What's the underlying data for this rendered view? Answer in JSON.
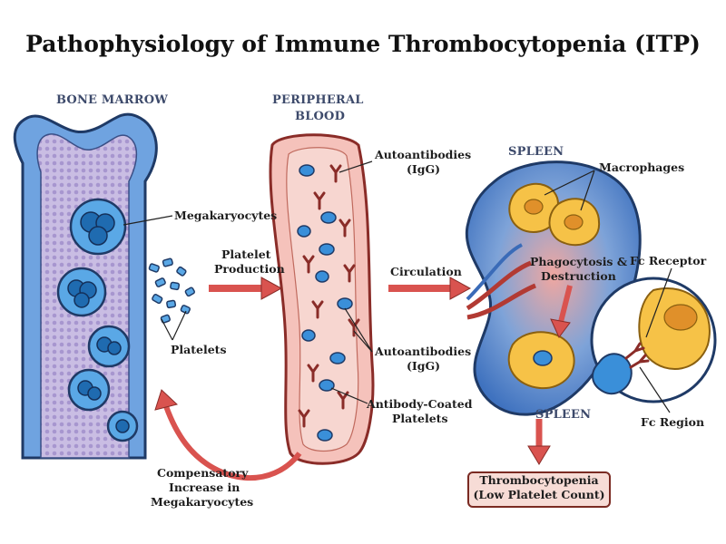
{
  "title": "Pathophysiology of Immune Thrombocytopenia (ITP)",
  "sections": {
    "bone_marrow": "BONE MARROW",
    "peripheral_blood_1": "PERIPHERAL",
    "peripheral_blood_2": "BLOOD",
    "spleen_top": "SPLEEN",
    "spleen_bottom": "SPLEEN"
  },
  "labels": {
    "megakaryocytes": "Megakaryocytes",
    "platelet_production_1": "Platelet",
    "platelet_production_2": "Production",
    "platelets": "Platelets",
    "autoantibodies_top_1": "Autoantibodies",
    "autoantibodies_top_2": "(IgG)",
    "autoantibodies_mid_1": "Autoantibodies",
    "autoantibodies_mid_2": "(IgG)",
    "antibody_coated_1": "Antibody-Coated",
    "antibody_coated_2": "Platelets",
    "circulation": "Circulation",
    "macrophages": "Macrophages",
    "phagocytosis_1": "Phagocytosis &",
    "phagocytosis_2": "Destruction",
    "fc_receptor": "Fc Receptor",
    "fc_region": "Fc Region",
    "compensatory_1": "Compensatory",
    "compensatory_2": "Increase in",
    "compensatory_3": "Megakaryocytes"
  },
  "result": {
    "line1": "Thrombocytopenia",
    "line2": "(Low Platelet Count)"
  },
  "colors": {
    "arrow": "#d9534f",
    "bone_outer": "#5b8fd6",
    "marrow": "#b8a9d6",
    "vessel": "#f3b6ae",
    "spleen": "#4a7fc9",
    "macrophage": "#f6c247",
    "cell_blue": "#3a8fd9"
  }
}
